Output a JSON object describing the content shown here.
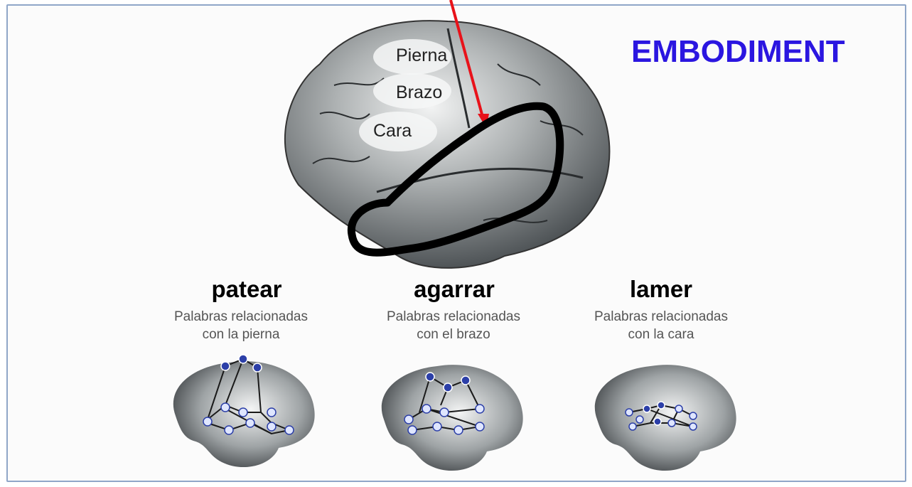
{
  "title": "EMBODIMENT",
  "main_brain": {
    "labels": {
      "leg": "Pierna",
      "arm": "Brazo",
      "face": "Cara"
    }
  },
  "panels": [
    {
      "word": "patear",
      "caption_line1": "Palabras relacionadas",
      "caption_line2": "con la pierna"
    },
    {
      "word": "agarrar",
      "caption_line1": "Palabras relacionadas",
      "caption_line2": "con el brazo"
    },
    {
      "word": "lamer",
      "caption_line1": "Palabras relacionadas",
      "caption_line2": "con la cara"
    }
  ],
  "colors": {
    "title": "#2b16e0",
    "arrow": "#e8121a",
    "outline": "#000000",
    "brain_dark": "#5b6063",
    "brain_light": "#e6e8e8",
    "node_active": "#2c3fa8",
    "node_light": "#dfe6ff"
  }
}
